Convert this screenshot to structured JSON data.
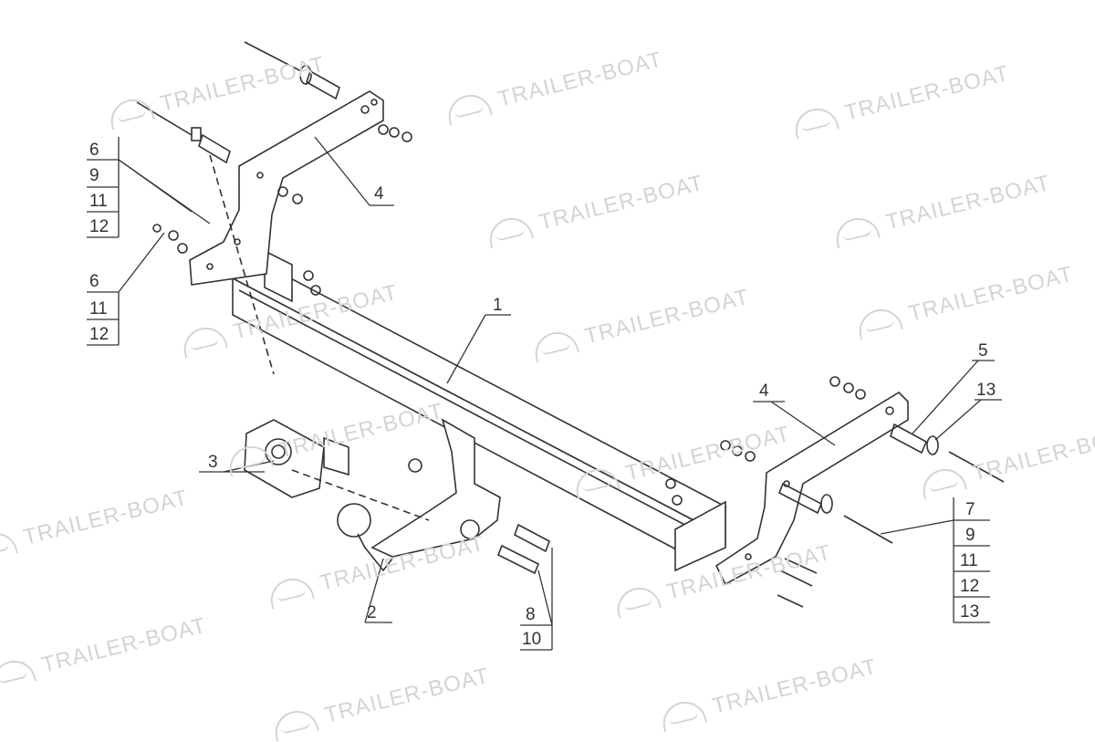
{
  "watermark": {
    "text": "TRAILER-BOAT"
  },
  "parts": {
    "p1": "1",
    "p2": "2",
    "p3": "3",
    "p4a": "4",
    "p4b": "4",
    "p5": "5",
    "p13": "13",
    "stack_top_left": [
      "6",
      "9",
      "11",
      "12"
    ],
    "stack_mid_left": [
      "6",
      "11",
      "12"
    ],
    "stack_right": [
      "7",
      "9",
      "11",
      "12",
      "13"
    ],
    "stack_bottom": [
      "8",
      "10"
    ]
  },
  "colors": {
    "line": "#333333",
    "watermark": "#d4d4d4"
  }
}
